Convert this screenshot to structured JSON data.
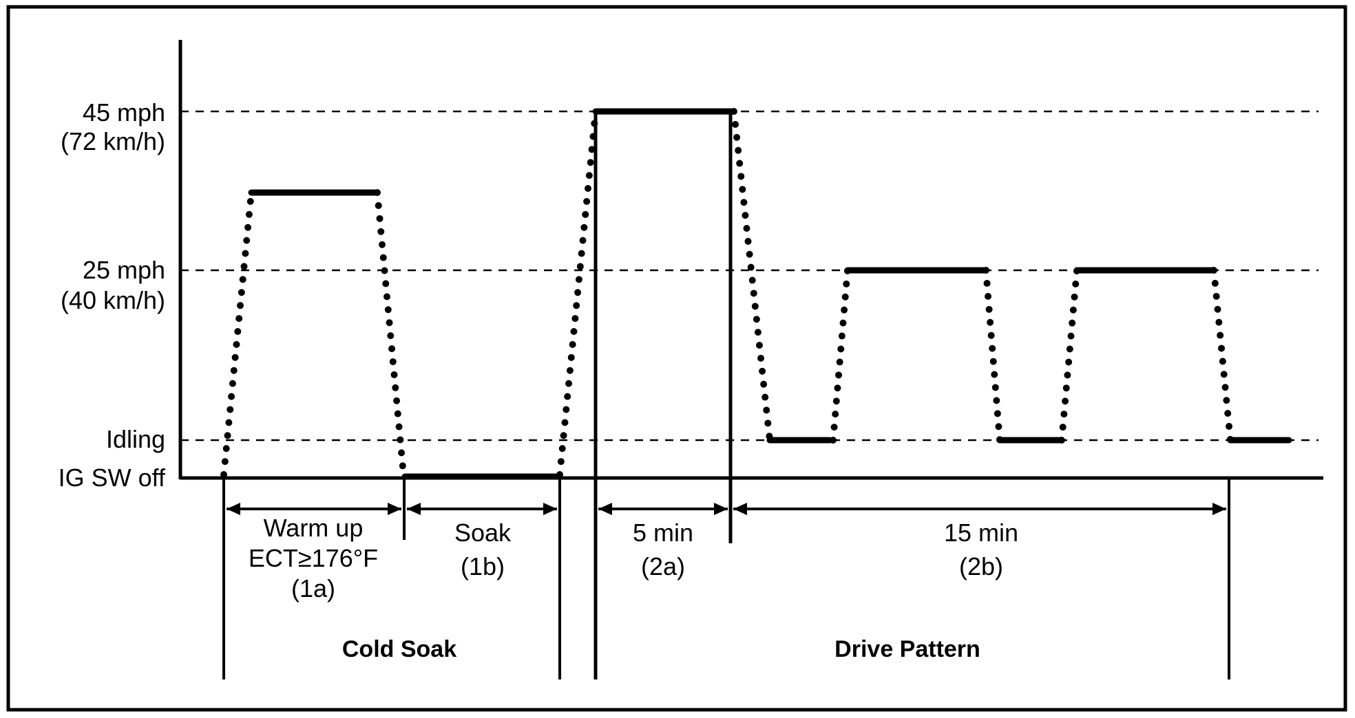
{
  "y_axis_labels": {
    "speed_45_mph": "45 mph",
    "speed_45_kmh": "(72 km/h)",
    "speed_25_mph": "25 mph",
    "speed_25_kmh": "(40 km/h)",
    "idling": "Idling",
    "ig_sw_off": "IG SW off"
  },
  "phases": {
    "warm_up": {
      "line1": "Warm up",
      "line2": "ECT≥176°F",
      "line3": "(1a)"
    },
    "soak": {
      "line1": "Soak",
      "line2": "(1b)"
    },
    "drive_5min": {
      "line1": "5 min",
      "line2": "(2a)"
    },
    "drive_15min": {
      "line1": "15 min",
      "line2": "(2b)"
    }
  },
  "groups": {
    "cold_soak": "Cold Soak",
    "drive_pattern": "Drive Pattern"
  },
  "colors": {
    "line": "#000000",
    "background": "#ffffff"
  }
}
